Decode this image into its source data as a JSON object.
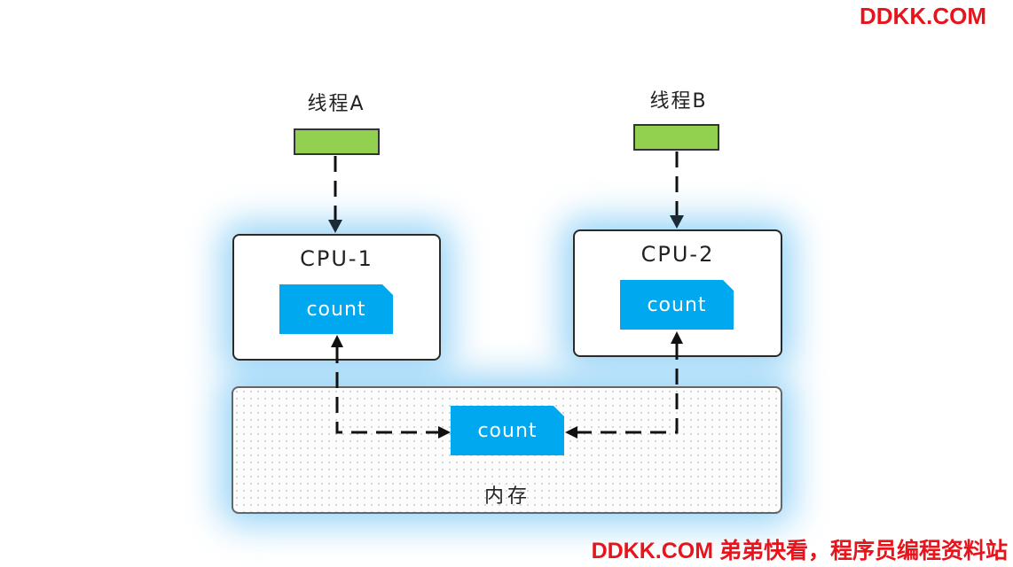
{
  "watermarks": {
    "top": "DDKK.COM",
    "bottom": "DDKK.COM 弟弟快看，程序员编程资料站"
  },
  "threads": [
    {
      "label": "线程A"
    },
    {
      "label": "线程B"
    }
  ],
  "cpus": [
    {
      "label": "CPU-1",
      "cache_variable": "count"
    },
    {
      "label": "CPU-2",
      "cache_variable": "count"
    }
  ],
  "memory": {
    "label": "内存",
    "variable": "count"
  },
  "colors": {
    "thread_bar": "#92d050",
    "variable_box": "#00a8ef",
    "glow": "#7cc8f5",
    "watermark": "#e8141c",
    "connector": "#111111"
  }
}
